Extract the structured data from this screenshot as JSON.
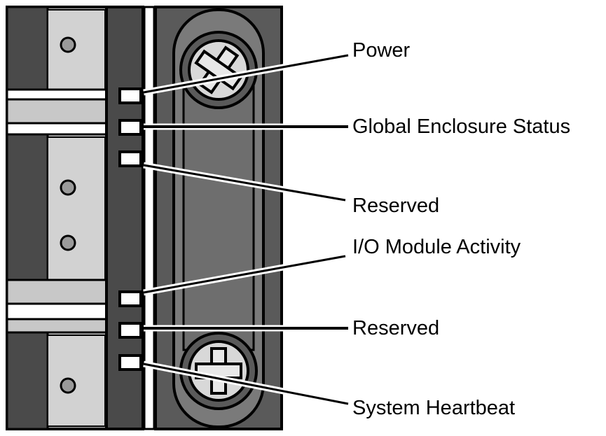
{
  "labels": {
    "power": "Power",
    "global_enclosure_status": "Global Enclosure Status",
    "reserved_1": "Reserved",
    "io_module_activity": "I/O Module Activity",
    "reserved_2": "Reserved",
    "system_heartbeat": "System Heartbeat"
  },
  "colors": {
    "outline": "#000000",
    "panel_dark": "#4a4a4a",
    "panel_mid": "#6e6e6e",
    "drive_light": "#c8c8c8",
    "drive_lighter": "#dadada",
    "led_fill": "#ffffff",
    "screw_fill": "#d8d8d8"
  }
}
